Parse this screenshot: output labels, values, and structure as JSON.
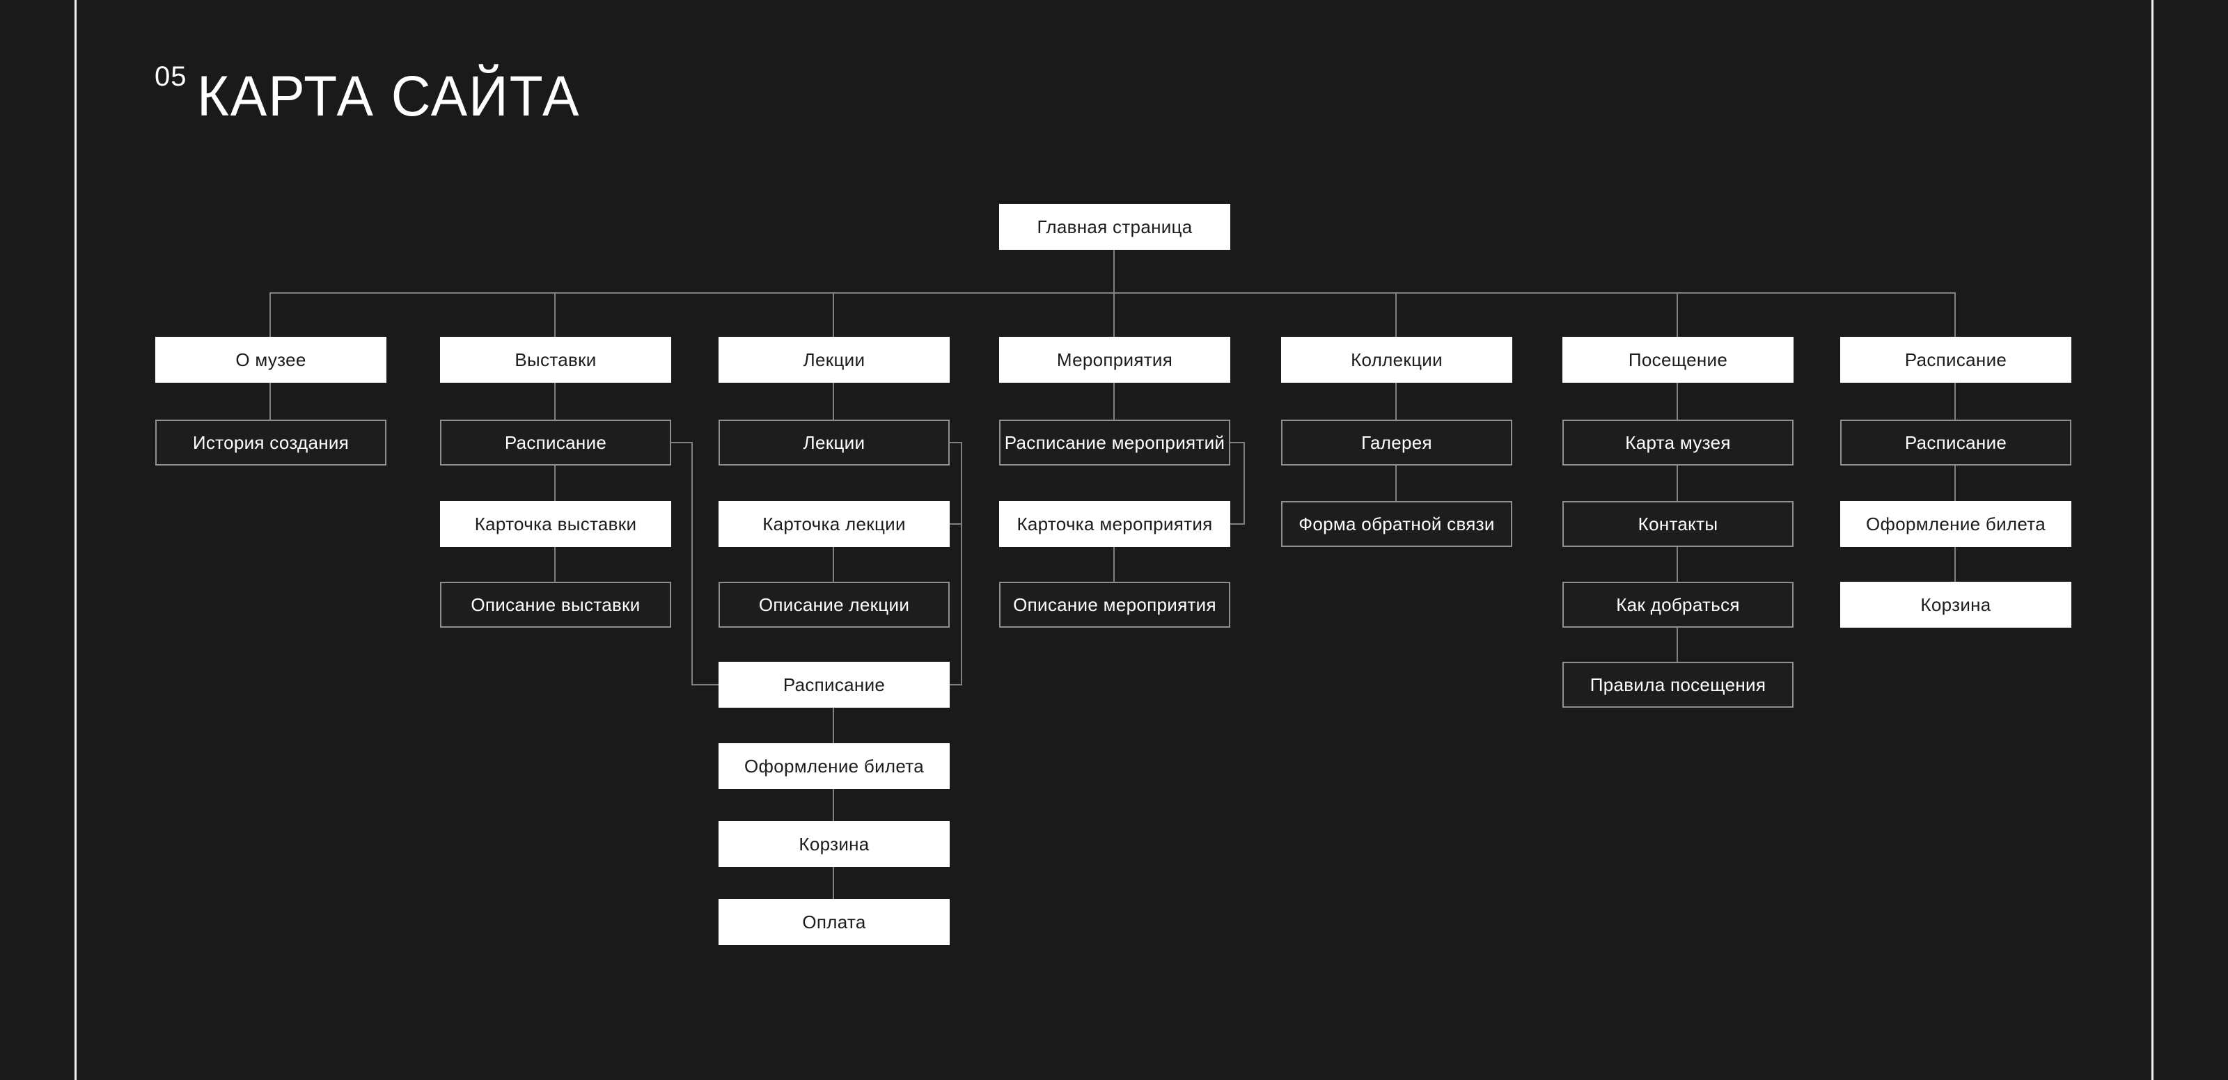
{
  "page": {
    "number": "05",
    "title": "КАРТА САЙТА"
  },
  "colors": {
    "background": "#1a1a1a",
    "solid_node_fill": "#ffffff",
    "solid_node_text": "#1c1c1c",
    "outline_node_fill": "#1d1d1d",
    "outline_node_border": "#8f8f8f",
    "outline_node_text": "#ffffff",
    "connector": "#808080",
    "frame_line": "#f2f2f2"
  },
  "tree": {
    "root": {
      "label": "Главная страница",
      "variant": "solid"
    },
    "columns": [
      {
        "name": "about-museum",
        "nodes": [
          {
            "label": "О музее",
            "variant": "solid"
          },
          {
            "label": "История создания",
            "variant": "outline"
          }
        ]
      },
      {
        "name": "exhibitions",
        "nodes": [
          {
            "label": "Выставки",
            "variant": "solid"
          },
          {
            "label": "Расписание",
            "variant": "outline"
          },
          {
            "label": "Карточка выставки",
            "variant": "solid"
          },
          {
            "label": "Описание выставки",
            "variant": "outline"
          }
        ]
      },
      {
        "name": "lectures",
        "nodes": [
          {
            "label": "Лекции",
            "variant": "solid"
          },
          {
            "label": "Лекции",
            "variant": "outline"
          },
          {
            "label": "Карточка лекции",
            "variant": "solid"
          },
          {
            "label": "Описание лекции",
            "variant": "outline"
          },
          {
            "label": "Расписание",
            "variant": "solid"
          },
          {
            "label": "Оформление билета",
            "variant": "solid"
          },
          {
            "label": "Корзина",
            "variant": "solid"
          },
          {
            "label": "Оплата",
            "variant": "solid"
          }
        ]
      },
      {
        "name": "events",
        "nodes": [
          {
            "label": "Мероприятия",
            "variant": "solid"
          },
          {
            "label": "Расписание мероприятий",
            "variant": "outline"
          },
          {
            "label": "Карточка мероприятия",
            "variant": "solid"
          },
          {
            "label": "Описание мероприятия",
            "variant": "outline"
          }
        ]
      },
      {
        "name": "collections",
        "nodes": [
          {
            "label": "Коллекции",
            "variant": "solid"
          },
          {
            "label": "Галерея",
            "variant": "outline"
          },
          {
            "label": "Форма обратной связи",
            "variant": "outline"
          }
        ]
      },
      {
        "name": "visiting",
        "nodes": [
          {
            "label": "Посещение",
            "variant": "solid"
          },
          {
            "label": "Карта музея",
            "variant": "outline"
          },
          {
            "label": "Контакты",
            "variant": "outline"
          },
          {
            "label": "Как добраться",
            "variant": "outline"
          },
          {
            "label": "Правила посещения",
            "variant": "outline"
          }
        ]
      },
      {
        "name": "schedule",
        "nodes": [
          {
            "label": "Расписание",
            "variant": "solid"
          },
          {
            "label": "Расписание",
            "variant": "outline"
          },
          {
            "label": "Оформление билета",
            "variant": "solid"
          },
          {
            "label": "Корзина",
            "variant": "solid"
          }
        ]
      }
    ]
  }
}
